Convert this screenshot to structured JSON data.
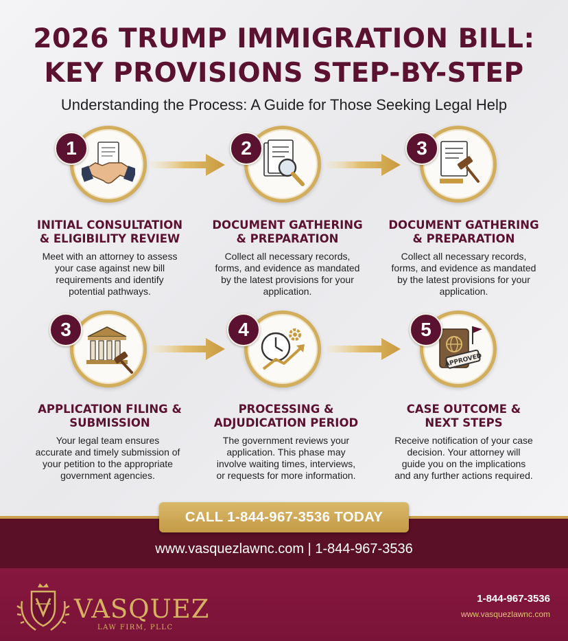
{
  "header": {
    "title_line1": "2026 TRUMP IMMIGRATION BILL:",
    "title_line2": "KEY PROVISIONS STEP-BY-STEP",
    "subtitle": "Understanding the Process: A Guide for Those Seeking Legal Help"
  },
  "steps": [
    {
      "number": "1",
      "icon": "handshake-document-icon",
      "title_line1": "INITIAL CONSULTATION",
      "title_line2": "& ELIGIBILITY REVIEW",
      "desc": [
        "Meet with an attorney to assess",
        "your case against new bill",
        "requirements and identify",
        "potential pathways."
      ]
    },
    {
      "number": "2",
      "icon": "document-magnifier-icon",
      "title_line1": "DOCUMENT GATHERING",
      "title_line2": "& PREPARATION",
      "desc": [
        "Collect all necessary records,",
        "forms, and evidence as mandated",
        "by the latest provisions for your",
        "application."
      ]
    },
    {
      "number": "3",
      "icon": "document-gavel-icon",
      "title_line1": "DOCUMENT GATHERING",
      "title_line2": "& PREPARATION",
      "desc": [
        "Collect all necessary records,",
        "forms, and evidence as mandated",
        "by the latest provisions for your",
        "application."
      ]
    },
    {
      "number": "3",
      "icon": "courthouse-gavel-icon",
      "title_line1": "APPLICATION FILING &",
      "title_line2": "SUBMISSION",
      "desc": [
        "Your legal team ensures",
        "accurate and timely submission of",
        "your petition to the appropriate",
        "government agencies."
      ]
    },
    {
      "number": "4",
      "icon": "clock-gear-growth-icon",
      "title_line1": "PROCESSING &",
      "title_line2": "ADJUDICATION PERIOD",
      "desc": [
        "The government reviews your",
        "application. This phase may",
        "involve waiting times, interviews,",
        "or requests for more information."
      ]
    },
    {
      "number": "5",
      "icon": "passport-approved-icon",
      "title_line1": "CASE OUTCOME &",
      "title_line2": "NEXT STEPS",
      "desc": [
        "Receive notification of your case",
        "decision. Your attorney will",
        "guide you on the implications",
        "and any further actions required."
      ],
      "stamp": "APPROVED"
    }
  ],
  "cta": {
    "label": "CALL 1-844-967-3536 TODAY"
  },
  "contact_line": "www.vasquezlawnc.com | 1-844-967-3536",
  "footer": {
    "logo_name": "VASQUEZ",
    "logo_sub": "LAW FIRM, PLLC",
    "phone": "1-844-967-3536",
    "url": "www.vasquezlawnc.com"
  },
  "colors": {
    "maroon": "#5b1230",
    "gold": "#d2ad5c",
    "footer": "#86173f"
  }
}
